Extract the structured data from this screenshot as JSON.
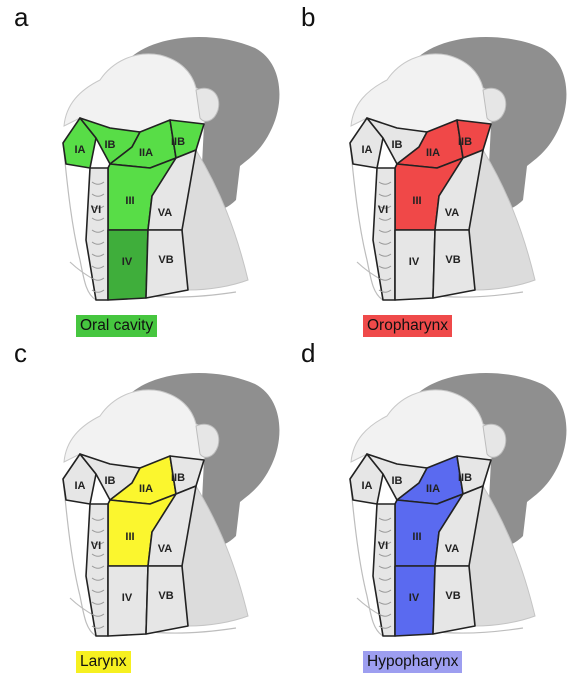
{
  "panels": [
    {
      "letter": "a",
      "caption": "Oral cavity",
      "color": "#58dd47",
      "dark": "#3fae3b",
      "highlight": [
        "IA",
        "IB",
        "IIA",
        "IIB",
        "III",
        "IV"
      ],
      "darkLevels": [
        "IV"
      ]
    },
    {
      "letter": "b",
      "caption": "Oropharynx",
      "color": "#f04848",
      "dark": "#f04848",
      "highlight": [
        "IIA",
        "IIB",
        "III"
      ],
      "darkLevels": []
    },
    {
      "letter": "c",
      "caption": "Larynx",
      "color": "#fbf62e",
      "dark": "#fbf62e",
      "highlight": [
        "IIA",
        "III"
      ],
      "darkLevels": []
    },
    {
      "letter": "d",
      "caption": "Hypopharynx",
      "color": "#5a6af0",
      "dark": "#5a6af0",
      "highlight": [
        "IIA",
        "III",
        "IV"
      ],
      "darkLevels": []
    }
  ],
  "levels": [
    "IA",
    "IB",
    "IIA",
    "IIB",
    "III",
    "VA",
    "VI",
    "IV",
    "VB"
  ],
  "captionColors": [
    "#46c63f",
    "#ef4a4a",
    "#f6f020",
    "#9d9ef0"
  ]
}
